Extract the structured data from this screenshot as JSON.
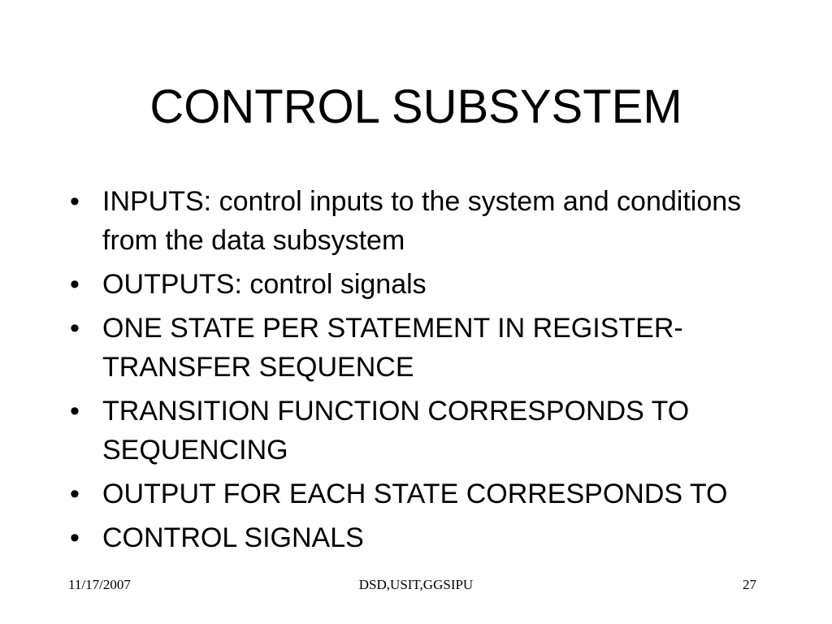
{
  "slide": {
    "title": "CONTROL SUBSYSTEM",
    "bullets": [
      {
        "marker": "•",
        "text": " INPUTS: control inputs to the system and conditions from the data subsystem"
      },
      {
        "marker": "•",
        "text": " OUTPUTS: control signals"
      },
      {
        "marker": "•",
        "text": " ONE STATE PER STATEMENT IN REGISTER-TRANSFER SEQUENCE"
      },
      {
        "marker": "•",
        "text": " TRANSITION FUNCTION CORRESPONDS TO SEQUENCING"
      },
      {
        "marker": "•",
        "text": " OUTPUT FOR EACH STATE CORRESPONDS TO"
      },
      {
        "marker": "•",
        "text": "CONTROL SIGNALS"
      }
    ],
    "footer": {
      "date": "11/17/2007",
      "center": "DSD,USIT,GGSIPU",
      "page": "27"
    }
  }
}
